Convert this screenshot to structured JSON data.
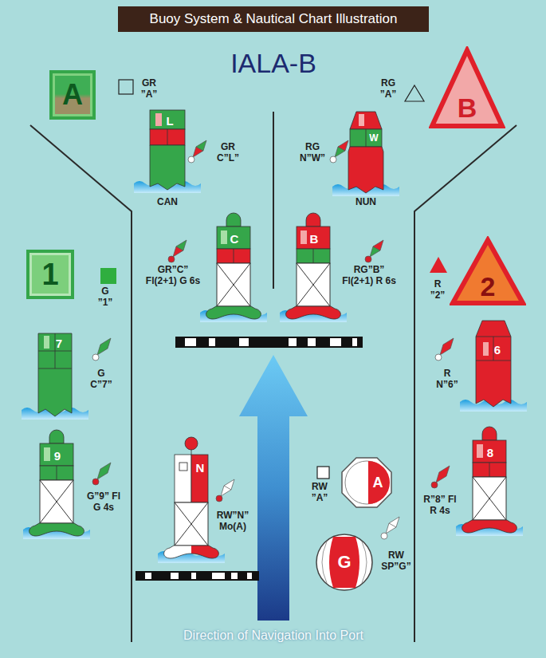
{
  "diagram": {
    "title": "Buoy System & Nautical Chart Illustration",
    "nodes": [
      {
        "text": [
          "A"
        ]
      },
      {
        "text": [
          "B"
        ]
      },
      {
        "text": [
          "L"
        ]
      },
      {
        "text": [
          "W"
        ]
      },
      {
        "text": [
          "C"
        ]
      },
      {
        "text": [
          "B"
        ]
      },
      {
        "text": [
          "1"
        ]
      },
      {
        "text": [
          "2"
        ]
      },
      {
        "text": [
          "7"
        ]
      },
      {
        "text": [
          "6"
        ]
      },
      {
        "text": [
          "9"
        ]
      },
      {
        "text": [
          "N"
        ]
      },
      {
        "text": [
          "A"
        ]
      },
      {
        "text": [
          "8"
        ]
      },
      {
        "text": [
          "G"
        ]
      }
    ],
    "labels": [
      "IALA-B",
      "GR ”A”",
      "RG ”A”",
      "GR C”L”",
      "RG N”W”",
      "CAN",
      "NUN",
      "GR”C” Fl(2+1) G 6s",
      "RG”B” Fl(2+1) R 6s",
      "G ”1”",
      "R ”2”",
      "G C”7”",
      "R N”6”",
      "G”9” Fl G 4s",
      "RW”N” Mo(A)",
      "RW ”A”",
      "R”8” Fl R 4s",
      "RW SP”G”",
      "Direction of Navigation Into Port"
    ]
  }
}
